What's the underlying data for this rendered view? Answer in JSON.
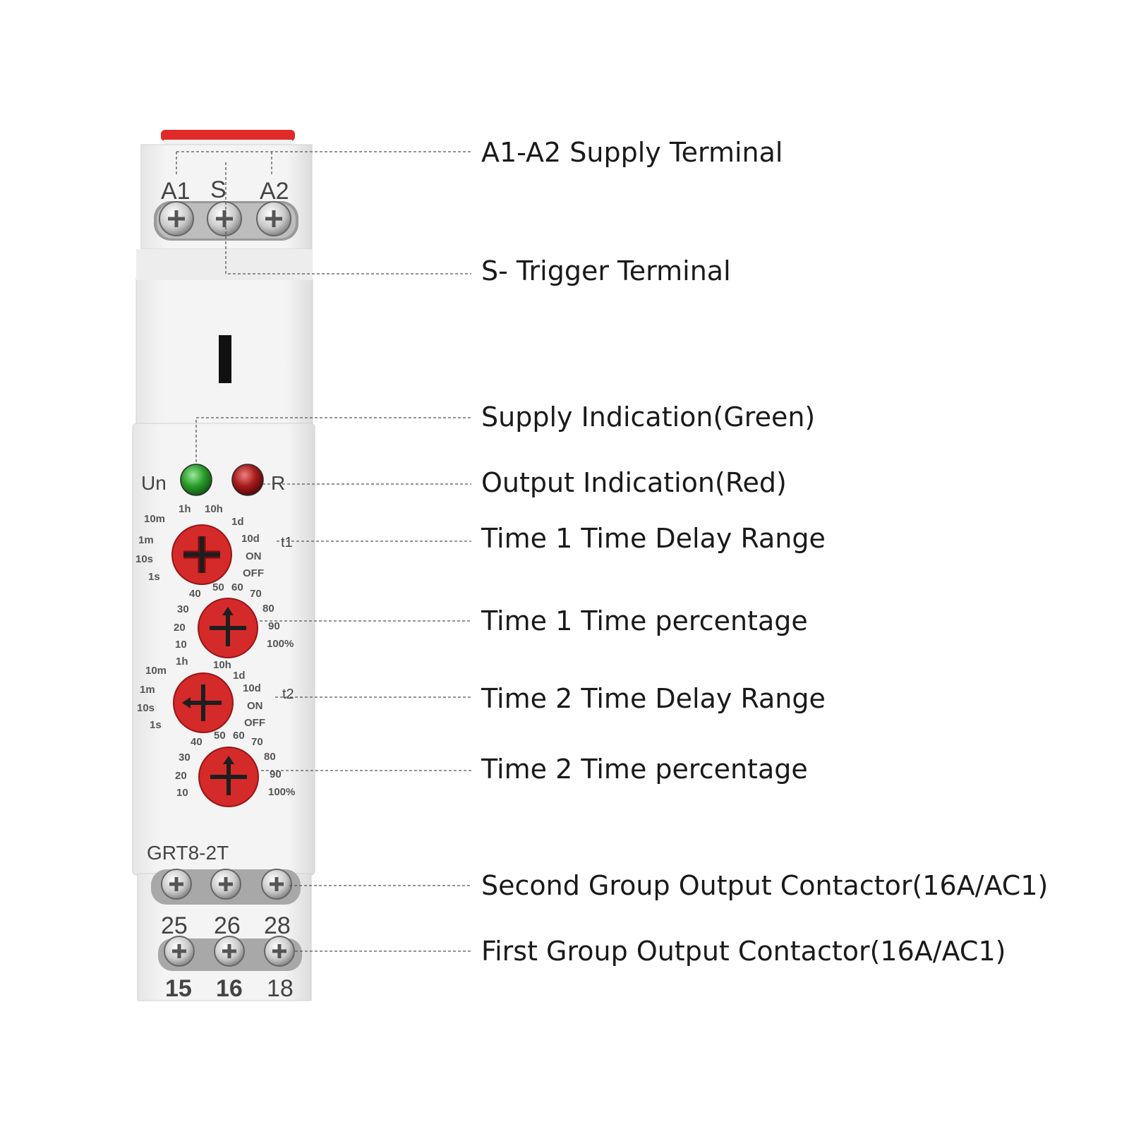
{
  "device": {
    "model": "GRT8-2T",
    "top_terminals": [
      "A1",
      "S",
      "A2"
    ],
    "leds": {
      "supply_label": "Un",
      "output_label": "R",
      "supply_color": "#2a9d2a",
      "output_color": "#b02020"
    },
    "dial_t1_label": "t1",
    "dial_t2_label": "t2",
    "range_labels_left": [
      "10m",
      "1m",
      "10s",
      "1s"
    ],
    "range_labels_top": [
      "1h",
      "10h"
    ],
    "range_labels_right": [
      "1d",
      "10d",
      "ON",
      "OFF"
    ],
    "percent_labels_left": [
      "30",
      "20",
      "10"
    ],
    "percent_labels_top": [
      "40",
      "50",
      "60",
      "70"
    ],
    "percent_labels_right": [
      "80",
      "90",
      "100%"
    ],
    "bottom_terminals_row1": [
      "25",
      "26",
      "28"
    ],
    "bottom_terminals_row2": [
      "15",
      "16",
      "18"
    ],
    "accent_color": "#d42a2a"
  },
  "callouts": [
    {
      "text": "A1-A2 Supply Terminal"
    },
    {
      "text": "S- Trigger Terminal"
    },
    {
      "text": "Supply Indication(Green)"
    },
    {
      "text": "Output Indication(Red)"
    },
    {
      "text": "Time 1 Time Delay Range"
    },
    {
      "text": "Time 1 Time percentage"
    },
    {
      "text": "Time 2 Time Delay Range"
    },
    {
      "text": "Time 2 Time percentage"
    },
    {
      "text": "Second Group Output Contactor(16A/AC1)"
    },
    {
      "text": "First Group Output Contactor(16A/AC1)"
    }
  ]
}
